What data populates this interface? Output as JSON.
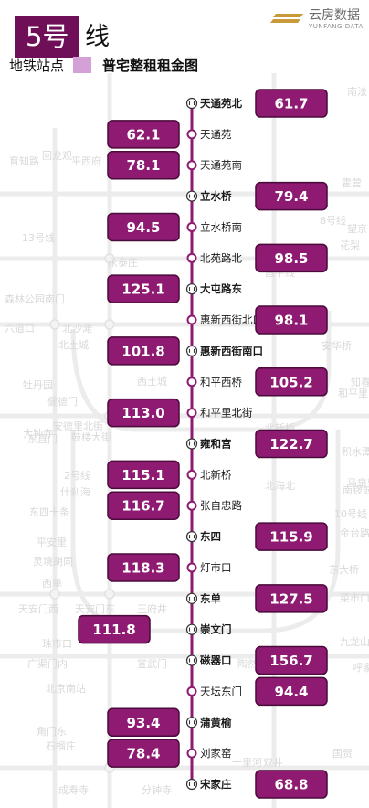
{
  "header": {
    "line_number": "5号",
    "line_suffix": "线",
    "subtitle": "地铁站点",
    "title": "普宅整租租金图"
  },
  "brand": {
    "name": "云房数据",
    "name_en": "YUNFANG DATA"
  },
  "colors": {
    "line": "#8e1a72",
    "box": "#8e1a72",
    "box_border": "#4a0a3a",
    "title_box": "#6e0f57",
    "brand_accent": "#c99a3a"
  },
  "background_labels": [
    "南法",
    "回龙观",
    "育知路",
    "平西府",
    "13号线",
    "8号线",
    "霍营",
    "花梨",
    "昌平线",
    "永泰庄",
    "森林公园南门",
    "六道口",
    "北沙滩",
    "北土城",
    "奥体中心",
    "安华桥",
    "牡丹园",
    "西土城",
    "健德门",
    "安贞门",
    "和平里",
    "知春路",
    "大钟寺",
    "安德里北街",
    "北新桥",
    "鼓楼大街",
    "积水潭",
    "东直门",
    "10号线",
    "2号线",
    "新街口",
    "什刹海",
    "北海北",
    "南锣鼓巷",
    "东四十条",
    "平安里",
    "灵境胡同",
    "西单",
    "天安门西",
    "天安门东",
    "王府井",
    "菜市口",
    "珠市口",
    "宣武门",
    "广渠门内",
    "陶然亭",
    "北京南站",
    "角门东",
    "石榴庄",
    "成寿寺",
    "分钟寺",
    "十里河",
    "双井",
    "国贸",
    "九龙山",
    "呼家楼",
    "东大桥",
    "金台路",
    "马泉营",
    "望京"
  ],
  "chart_data": {
    "type": "bar",
    "title": "普宅整租租金图",
    "stations": [
      {
        "name": "天通苑北",
        "value": 61.7,
        "side": "right",
        "transfer": true
      },
      {
        "name": "天通苑",
        "value": 62.1,
        "side": "left",
        "transfer": false
      },
      {
        "name": "天通苑南",
        "value": 78.1,
        "side": "left",
        "transfer": false
      },
      {
        "name": "立水桥",
        "value": 79.4,
        "side": "right",
        "transfer": true
      },
      {
        "name": "立水桥南",
        "value": 94.5,
        "side": "left",
        "transfer": false
      },
      {
        "name": "北苑路北",
        "value": 98.5,
        "side": "right",
        "transfer": false
      },
      {
        "name": "大屯路东",
        "value": 125.1,
        "side": "left",
        "transfer": true
      },
      {
        "name": "惠新西街北口",
        "value": 98.1,
        "side": "right",
        "transfer": false
      },
      {
        "name": "惠新西街南口",
        "value": 101.8,
        "side": "left",
        "transfer": true
      },
      {
        "name": "和平西桥",
        "value": 105.2,
        "side": "right",
        "transfer": false
      },
      {
        "name": "和平里北街",
        "value": 113.0,
        "side": "left",
        "transfer": false
      },
      {
        "name": "雍和宫",
        "value": 122.7,
        "side": "right",
        "transfer": true
      },
      {
        "name": "北新桥",
        "value": 115.1,
        "side": "left",
        "transfer": false
      },
      {
        "name": "张自忠路",
        "value": 116.7,
        "side": "left",
        "transfer": false
      },
      {
        "name": "东四",
        "value": 115.9,
        "side": "right",
        "transfer": true
      },
      {
        "name": "灯市口",
        "value": 118.3,
        "side": "left",
        "transfer": false
      },
      {
        "name": "东单",
        "value": 127.5,
        "side": "right",
        "transfer": true
      },
      {
        "name": "崇文门",
        "value": 111.8,
        "side": "left",
        "transfer": true
      },
      {
        "name": "磁器口",
        "value": 156.7,
        "side": "right",
        "transfer": true
      },
      {
        "name": "天坛东门",
        "value": 94.4,
        "side": "right",
        "transfer": false
      },
      {
        "name": "蒲黄榆",
        "value": 93.4,
        "side": "left",
        "transfer": true
      },
      {
        "name": "刘家窑",
        "value": 78.4,
        "side": "left",
        "transfer": false
      },
      {
        "name": "宋家庄",
        "value": 68.8,
        "side": "right",
        "transfer": true
      }
    ]
  }
}
